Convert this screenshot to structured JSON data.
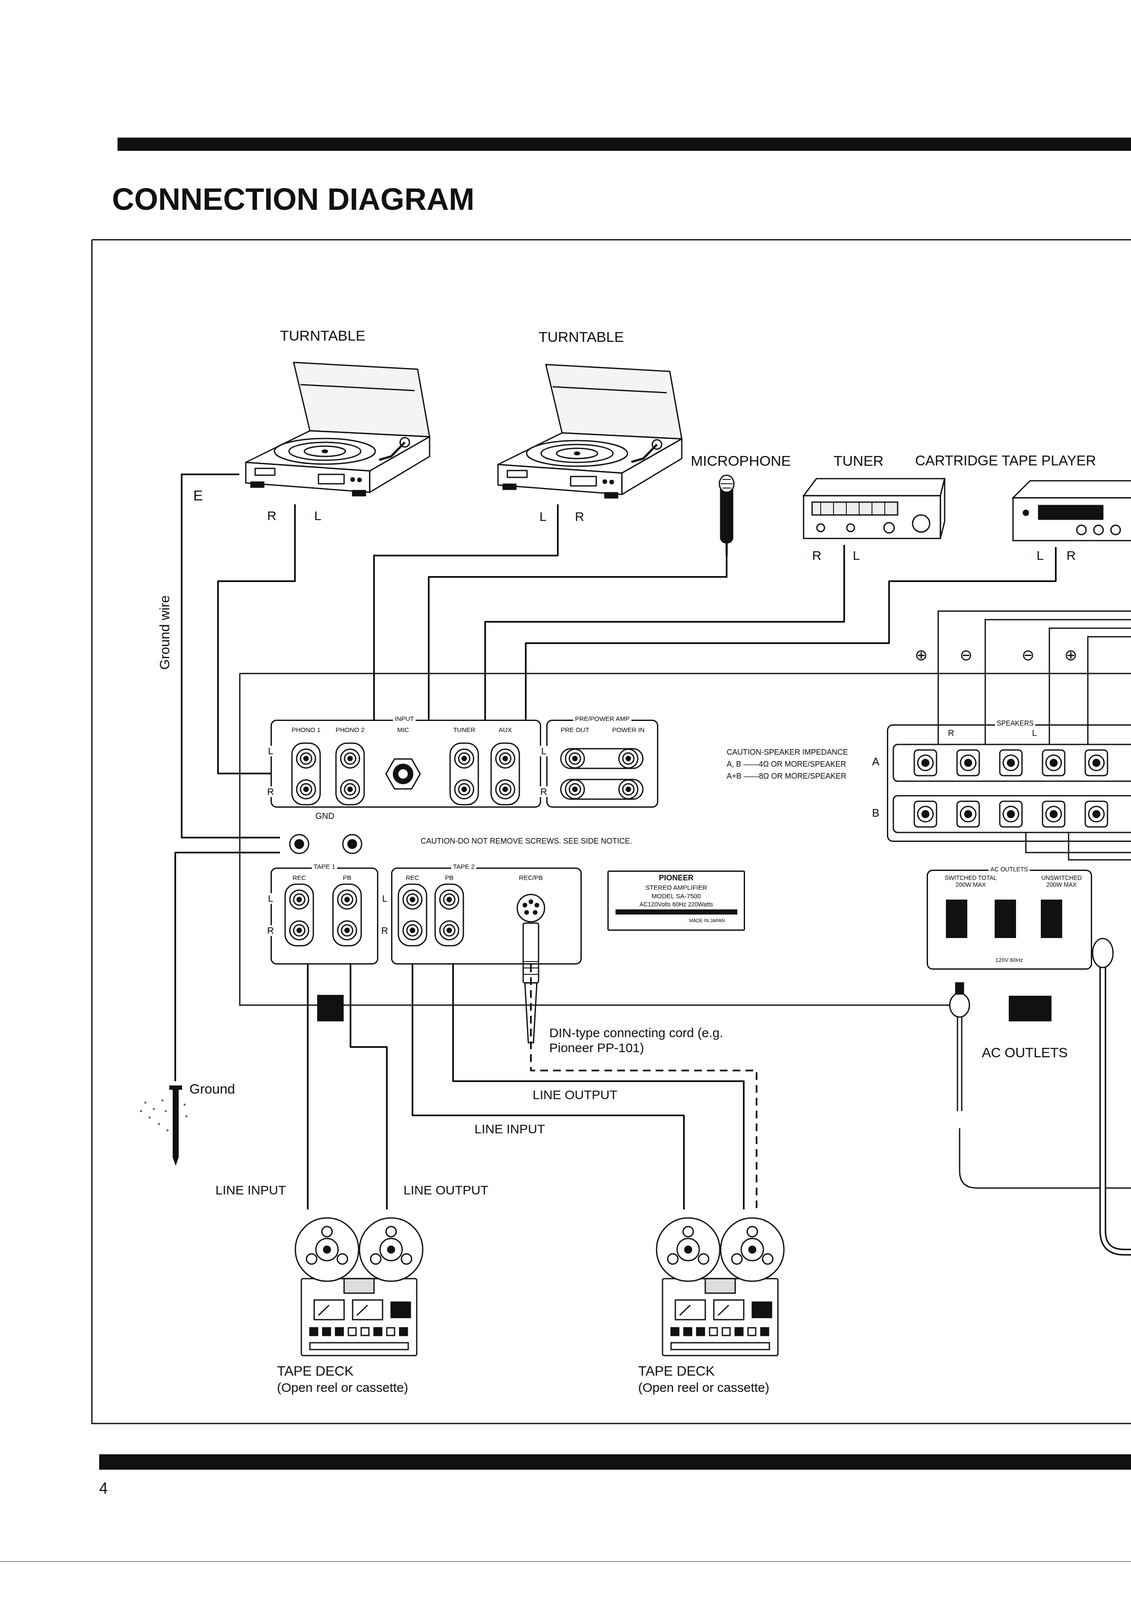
{
  "diagram": {
    "title": "CONNECTION DIAGRAM",
    "nodes": [
      {
        "text": [
          "TURNTABLE"
        ]
      },
      {
        "text": [
          "TURNTABLE"
        ]
      },
      {
        "text": [
          "MICROPHONE"
        ]
      },
      {
        "text": [
          "TUNER"
        ]
      },
      {
        "text": [
          "CARTRIDGE TAPE PLAYER"
        ]
      },
      {
        "text": [
          "INPUT",
          "PHONO 1",
          "PHONO 2",
          "MIC",
          "TUNER",
          "AUX"
        ]
      },
      {
        "text": [
          "PRE/POWER AMP",
          "PRE OUT",
          "POWER IN"
        ]
      },
      {
        "text": [
          "GND"
        ]
      },
      {
        "text": [
          "TAPE 1",
          "REC",
          "PB"
        ]
      },
      {
        "text": [
          "TAPE 2",
          "REC",
          "PB",
          "REC/PB"
        ]
      },
      {
        "text": [
          "PIONEER",
          "STEREO AMPLIFIER",
          "MODEL SA-7500",
          "AC120Volts 60Hz 220Watts",
          "MADE IN JAPAN"
        ]
      },
      {
        "text": [
          "SPEAKERS",
          "R",
          "L"
        ]
      },
      {
        "text": [
          "AC OUTLETS",
          "SWITCHED TOTAL 200W MAX",
          "UNSWITCHED 200W MAX",
          "120V 60Hz"
        ]
      },
      {
        "text": [
          "Ground"
        ]
      },
      {
        "text": [
          "TAPE DECK",
          "(Open reel or cassette)"
        ]
      },
      {
        "text": [
          "TAPE DECK",
          "(Open reel or cassette)"
        ]
      }
    ],
    "edges": [
      {
        "from": 0,
        "to": 5,
        "arrow": "none"
      },
      {
        "from": 1,
        "to": 5,
        "arrow": "none"
      },
      {
        "from": 2,
        "to": 5,
        "arrow": "none"
      },
      {
        "from": 3,
        "to": 5,
        "arrow": "none"
      },
      {
        "from": 4,
        "to": 5,
        "arrow": "none"
      },
      {
        "from": 0,
        "to": 7,
        "label": "Ground wire",
        "arrow": "none"
      },
      {
        "from": 7,
        "to": 13,
        "arrow": "none"
      },
      {
        "from": 8,
        "to": 14,
        "label": "LINE INPUT",
        "arrow": "none"
      },
      {
        "from": 14,
        "to": 8,
        "label": "LINE OUTPUT",
        "arrow": "none"
      },
      {
        "from": 9,
        "to": 15,
        "label": "LINE INPUT",
        "arrow": "none"
      },
      {
        "from": 15,
        "to": 9,
        "label": "LINE OUTPUT",
        "arrow": "none"
      },
      {
        "from": 9,
        "to": 15,
        "arrow": "none"
      }
    ],
    "labels": [
      "E",
      "R",
      "L",
      "L",
      "R",
      "R",
      "L",
      "L",
      "R",
      "⊕",
      "⊖",
      "⊖",
      "⊕",
      "L",
      "R",
      "L",
      "R",
      "CAUTION-SPEAKER IMPEDANCE",
      "A, B ——4Ω OR MORE/SPEAKER",
      "A+B ——8Ω OR MORE/SPEAKER",
      "A",
      "B",
      "CAUTION-DO NOT REMOVE SCREWS. SEE SIDE NOTICE.",
      "L",
      "R",
      "L",
      "R",
      "DIN-type connecting cord (e.g. Pioneer PP-101)",
      "AC OUTLETS",
      "4"
    ]
  }
}
